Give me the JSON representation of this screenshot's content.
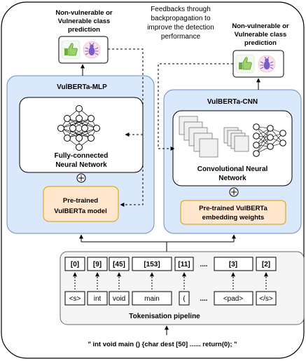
{
  "diagram": {
    "output_mlp": {
      "line1": "Non-vulnerable or",
      "line2": "Vulnerable class",
      "line3": "prediction"
    },
    "output_cnn": {
      "line1": "Non-vulnerable or",
      "line2": "Vulnerable class",
      "line3": "prediction"
    },
    "feedback": {
      "line1": "Feedbacks through",
      "line2": "backpropagation to",
      "line3": "improve the detection",
      "line4": "performance"
    },
    "mlp": {
      "title": "VulBERTa-MLP",
      "nn_label_1": "Fully-connected",
      "nn_label_2": "Neural Network",
      "plus": "+",
      "pretrained_1": "Pre-trained",
      "pretrained_2": "VulBERTa model"
    },
    "cnn": {
      "title": "VulBERTa-CNN",
      "nn_label_1": "Convolutional Neural",
      "nn_label_2": "Network",
      "plus": "+",
      "pretrained_1": "Pre-trained VulBERTa",
      "pretrained_2": "embedding weights"
    },
    "tokenisation": {
      "title": "Tokenisation pipeline",
      "ids": [
        "[0]",
        "[9]",
        "[45]",
        "[153]",
        "[11]",
        "....",
        "[3]",
        "[2]"
      ],
      "tokens": [
        "<s>",
        "int",
        "void",
        "main",
        "(",
        "....",
        "<pad>",
        "</s>"
      ]
    },
    "source_code": "\" int void main () {char dest [50] ...... return(0); \""
  },
  "colors": {
    "panel_blue": "#dae8fc",
    "panel_blue_border": "#6c8ebf",
    "pretrained_orange": "#ffe6cc",
    "pretrained_border": "#d79b00",
    "token_panel": "#f5f5f5"
  },
  "icons": [
    "thumbs-up-icon",
    "bug-icon"
  ]
}
